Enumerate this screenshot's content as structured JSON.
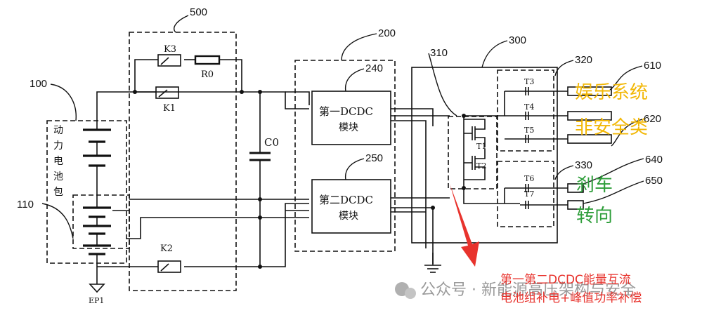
{
  "refs": {
    "r500": "500",
    "r200": "200",
    "r300": "300",
    "r240": "240",
    "r250": "250",
    "r310": "310",
    "r320": "320",
    "r330": "330",
    "r100": "100",
    "r110": "110",
    "r610": "610",
    "r620": "620",
    "r640": "640",
    "r650": "650"
  },
  "components": {
    "k3": "K3",
    "k1": "K1",
    "k2": "K2",
    "r0": "R0",
    "c0": "C0",
    "t1": "T1",
    "t2": "T2",
    "t3": "T3",
    "t4": "T4",
    "t5": "T5",
    "t6": "T6",
    "t7": "T7",
    "ep1": "EP1"
  },
  "modules": {
    "dcdc1_line1": "第一DCDC",
    "dcdc1_line2": "模块",
    "dcdc2_line1": "第二DCDC",
    "dcdc2_line2": "模块"
  },
  "battery_label": [
    "动",
    "力",
    "电",
    "池",
    "包"
  ],
  "loads": {
    "entertainment": "娱乐系统",
    "non_safety": "非安全类",
    "brake": "刹车",
    "steering": "转向"
  },
  "annotation": {
    "line1": "第一第二DCDC能量互流",
    "line2": "电池组补电+峰值功率补偿"
  },
  "watermark": "公众号 · 新能源高压架构与安全",
  "colors": {
    "yellow": "#f2b705",
    "green": "#2e9e3a",
    "red": "#e8332d",
    "line": "#111111"
  }
}
